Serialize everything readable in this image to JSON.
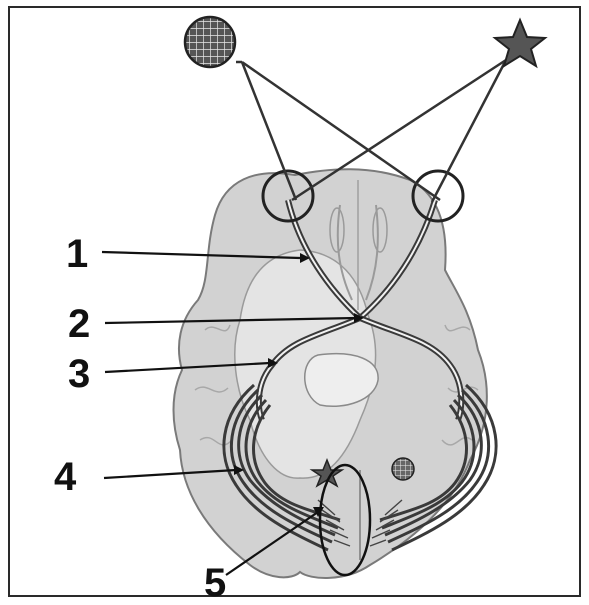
{
  "labels": {
    "one": "1",
    "two": "2",
    "three": "3",
    "four": "4",
    "five": "5"
  },
  "icons": {
    "left_stimulus": "grid-circle-icon",
    "right_stimulus": "star-icon"
  },
  "colors": {
    "outline": "#2a2a2a",
    "tissue": "#c9c9c9",
    "tissue_light": "#dedede",
    "pathway": "#3a3a3a",
    "label": "#111111"
  }
}
